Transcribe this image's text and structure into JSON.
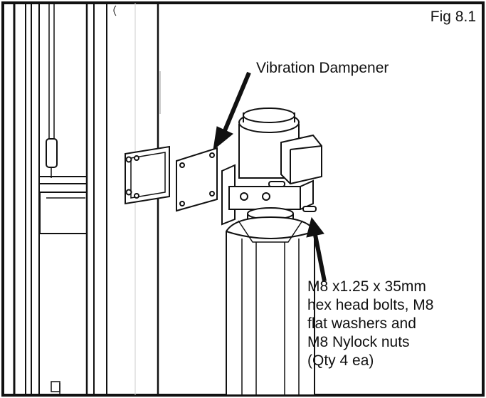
{
  "figure": {
    "number_label": "Fig 8.1",
    "callouts": {
      "dampener": "Vibration Dampener",
      "bolts_lines": [
        "M8 x1.25 x 35mm",
        "hex head bolts, M8",
        "flat washers and",
        "M8 Nylock nuts",
        "(Qty 4 ea)"
      ]
    }
  },
  "colors": {
    "ink": "#111111",
    "paper": "#ffffff",
    "hatch": "#e0e0e0"
  }
}
